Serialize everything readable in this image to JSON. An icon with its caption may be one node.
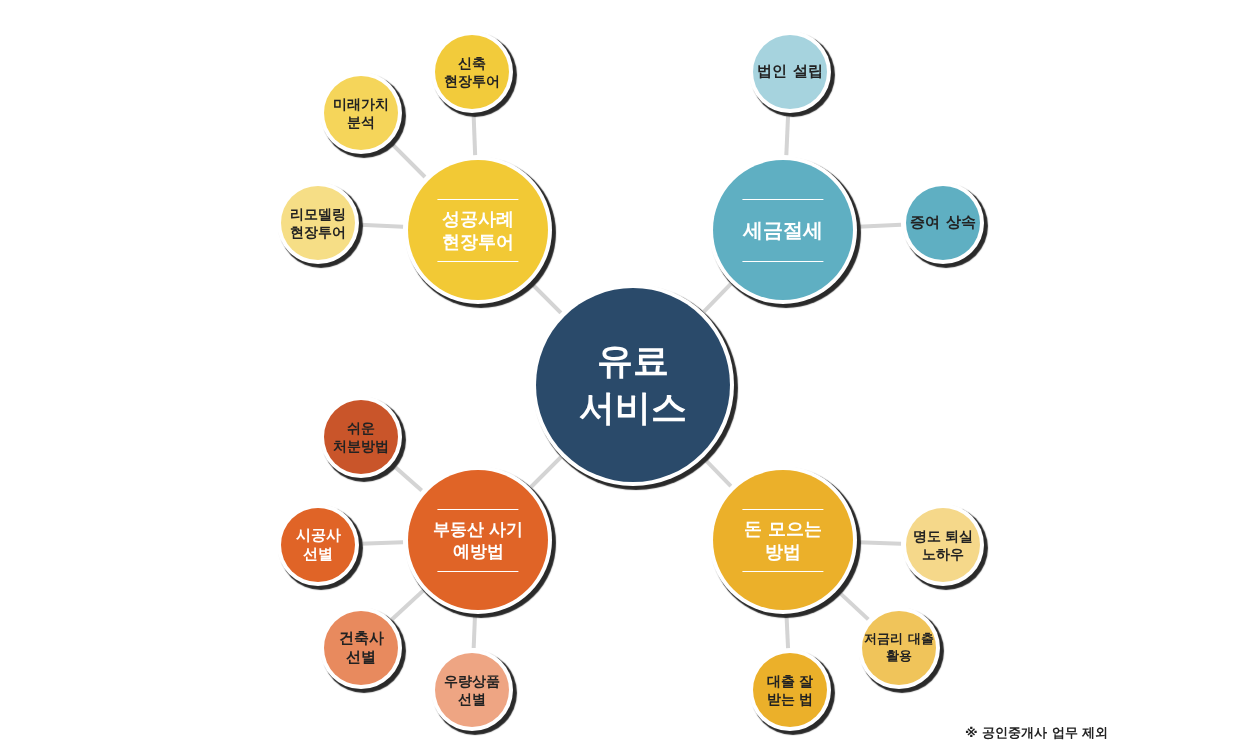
{
  "diagram": {
    "nodes": [
      {
        "text": [
          "유료 서비스"
        ]
      },
      {
        "text": [
          "성공사례 현장투어"
        ]
      },
      {
        "text": [
          "신축 현장투어"
        ]
      },
      {
        "text": [
          "미래가치 분석"
        ]
      },
      {
        "text": [
          "리모델링 현장투어"
        ]
      },
      {
        "text": [
          "세금절세"
        ]
      },
      {
        "text": [
          "법인 설립"
        ]
      },
      {
        "text": [
          "증여 상속"
        ]
      },
      {
        "text": [
          "부동산 사기 예방법"
        ]
      },
      {
        "text": [
          "쉬운 처분방법"
        ]
      },
      {
        "text": [
          "시공사 선별"
        ]
      },
      {
        "text": [
          "건축사 선별"
        ]
      },
      {
        "text": [
          "우량상품 선별"
        ]
      },
      {
        "text": [
          "돈 모으는 방법"
        ]
      },
      {
        "text": [
          "명도 퇴실 노하우"
        ]
      },
      {
        "text": [
          "저금리 대출 활용"
        ]
      },
      {
        "text": [
          "대출 잘 받는 법"
        ]
      }
    ],
    "edges": [
      {
        "from": 0,
        "to": 1,
        "arrow": "none"
      },
      {
        "from": 1,
        "to": 2,
        "arrow": "none"
      },
      {
        "from": 1,
        "to": 3,
        "arrow": "none"
      },
      {
        "from": 1,
        "to": 4,
        "arrow": "none"
      },
      {
        "from": 0,
        "to": 5,
        "arrow": "none"
      },
      {
        "from": 5,
        "to": 6,
        "arrow": "none"
      },
      {
        "from": 5,
        "to": 7,
        "arrow": "none"
      },
      {
        "from": 0,
        "to": 8,
        "arrow": "none"
      },
      {
        "from": 8,
        "to": 9,
        "arrow": "none"
      },
      {
        "from": 8,
        "to": 10,
        "arrow": "none"
      },
      {
        "from": 8,
        "to": 11,
        "arrow": "none"
      },
      {
        "from": 8,
        "to": 12,
        "arrow": "none"
      },
      {
        "from": 0,
        "to": 13,
        "arrow": "none"
      },
      {
        "from": 13,
        "to": 14,
        "arrow": "none"
      },
      {
        "from": 13,
        "to": 15,
        "arrow": "none"
      },
      {
        "from": 13,
        "to": 16,
        "arrow": "none"
      }
    ],
    "labels": [
      "※ 공인중개사 업무 제외"
    ]
  }
}
